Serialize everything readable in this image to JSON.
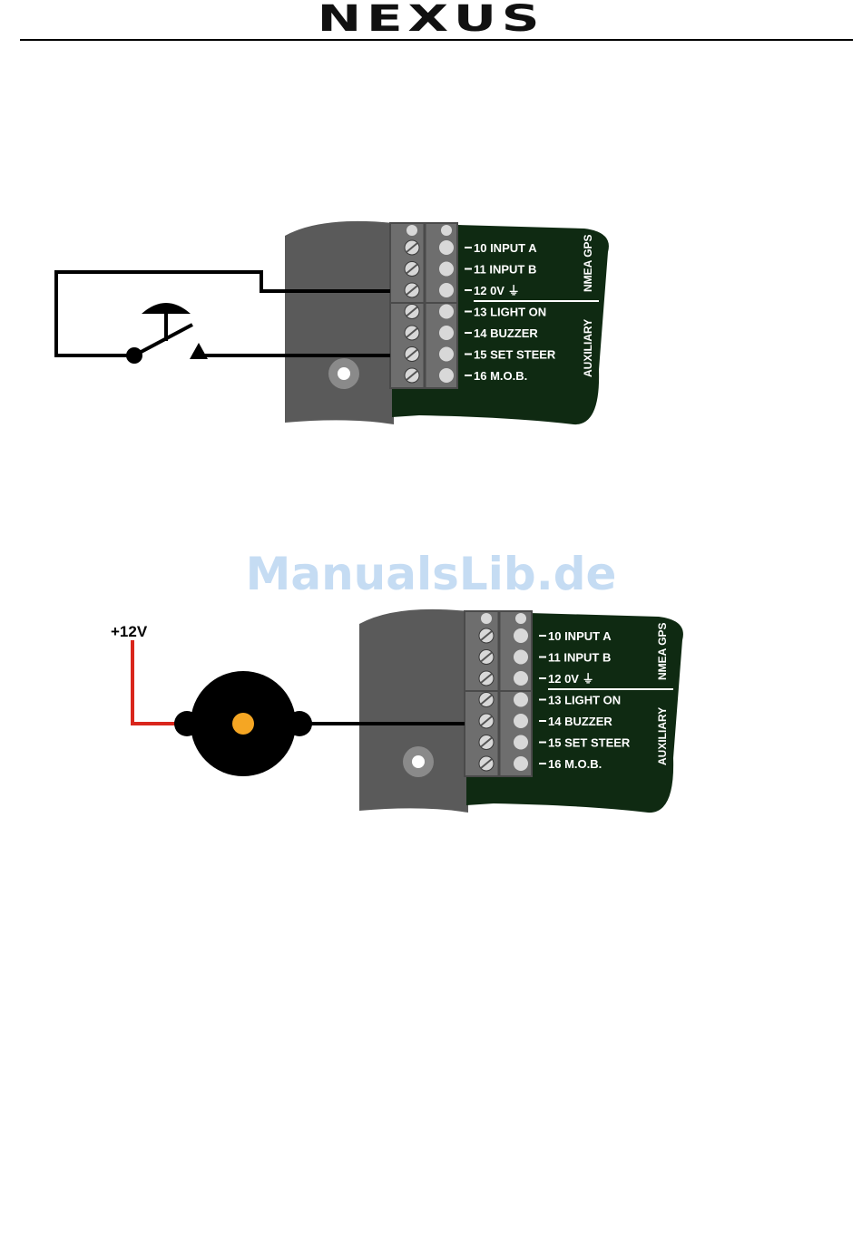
{
  "header": {
    "logo_text": "NEXUS"
  },
  "watermark": "ManualsLib.de",
  "terminals": [
    {
      "label": "10 INPUT A"
    },
    {
      "label": "11 INPUT B"
    },
    {
      "label": "12 0V ⏚"
    },
    {
      "label": "13 LIGHT ON"
    },
    {
      "label": "14 BUZZER"
    },
    {
      "label": "15 SET STEER"
    },
    {
      "label": "16 M.O.B."
    }
  ],
  "groups": {
    "top": "NMEA GPS",
    "bottom": "AUXILIARY"
  },
  "buzzer_diagram": {
    "supply_label": "+12V"
  },
  "colors": {
    "board_gray": "#5a5a5a",
    "pcb_green": "#0f2a12",
    "wire_red": "#d9261c",
    "buzzer_dot": "#f5a623"
  }
}
